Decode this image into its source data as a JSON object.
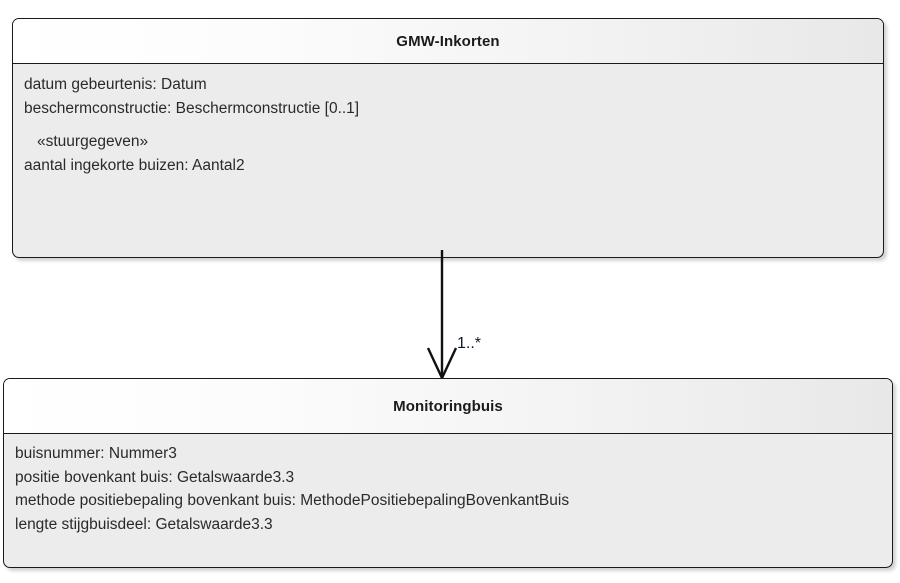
{
  "diagram": {
    "type": "uml-class-diagram",
    "background_color": "#ffffff",
    "classes": [
      {
        "name": "GMW-Inkorten",
        "attributes": [
          "datum gebeurtenis: Datum",
          "beschermconstructie: Beschermconstructie [0..1]"
        ],
        "stereotype": "«stuurgegeven»",
        "stereotype_attributes": [
          "aantal ingekorte buizen: Aantal2"
        ]
      },
      {
        "name": "Monitoringbuis",
        "attributes": [
          "buisnummer: Nummer3",
          "positie bovenkant buis: Getalswaarde3.3",
          "methode positiebepaling bovenkant buis: MethodePositiebepalingBovenkantBuis",
          "lengte stijgbuisdeel: Getalswaarde3.3"
        ]
      }
    ],
    "association": {
      "multiplicity_label": "1..*",
      "arrow_style": "open-arrowhead",
      "direction": "downward",
      "from": "GMW-Inkorten",
      "to": "Monitoringbuis"
    },
    "colors": {
      "border": "#1a1a1a",
      "body_fill": "#ececec",
      "header_gradient_start": "#ffffff",
      "header_gradient_end": "#e8e8e8",
      "text": "#2a2a2a",
      "title_text": "#1b1b1b",
      "multiplicity_text": "#101828"
    }
  }
}
